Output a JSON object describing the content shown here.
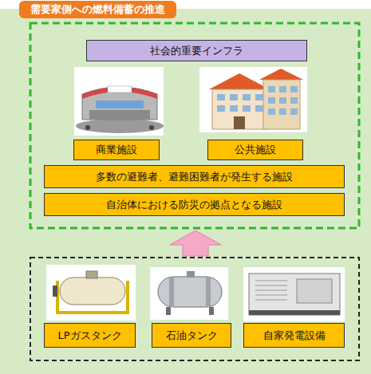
{
  "diagram": {
    "title": "需要家側への燃料備蓄の推進",
    "nodes": [
      {
        "text": [
          "社会的重要インフラ"
        ]
      },
      {
        "text": [
          "商業施設"
        ]
      },
      {
        "text": [
          "公共施設"
        ]
      },
      {
        "text": [
          "多数の避難者、避難困難者が発生する施設"
        ]
      },
      {
        "text": [
          "自治体における防災の拠点となる施設"
        ]
      },
      {
        "text": [
          "LPガスタンク"
        ]
      },
      {
        "text": [
          "石油タンク"
        ]
      },
      {
        "text": [
          "自家発電設備"
        ]
      }
    ]
  }
}
